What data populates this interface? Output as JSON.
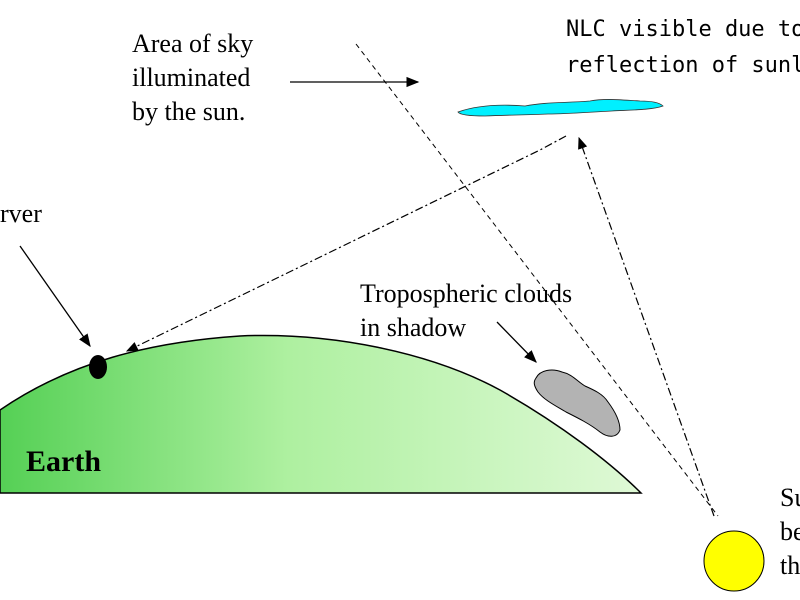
{
  "labels": {
    "sky_area": [
      "Area of sky",
      "illuminated",
      "by the sun."
    ],
    "nlc": [
      "NLC visible due to",
      "reflection of sunlig"
    ],
    "observer": "rver",
    "tropo_clouds": [
      "Tropospheric clouds",
      "in shadow"
    ],
    "earth": "Earth",
    "sun": [
      "Su",
      "be",
      "th"
    ]
  },
  "colors": {
    "earth_fill_light": "#ccf5c0",
    "earth_fill_dark": "#5fd35f",
    "nlc_cloud": "#00f0ff",
    "tropo_cloud": "#b3b3b3",
    "sun": "#ffff00",
    "lines": "#000000"
  }
}
